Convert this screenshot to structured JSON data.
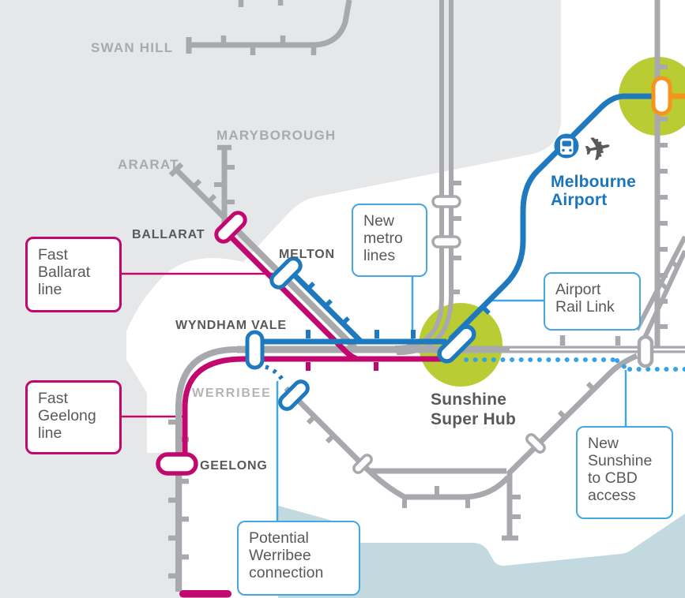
{
  "labels": {
    "swan_hill": "SWAN HILL",
    "maryborough": "MARYBOROUGH",
    "ararat": "ARARAT",
    "ballarat": "BALLARAT",
    "melton": "MELTON",
    "wyndham_vale": "WYNDHAM VALE",
    "werribee": "WERRIBEE",
    "geelong": "GEELONG",
    "sunshine_hub": [
      "Sunshine",
      "Super Hub"
    ],
    "melbourne_airport": [
      "Melbourne",
      "Airport"
    ]
  },
  "callouts": {
    "fast_ballarat": [
      "Fast",
      "Ballarat",
      "line"
    ],
    "fast_geelong": [
      "Fast",
      "Geelong",
      "line"
    ],
    "new_metro": [
      "New",
      "metro",
      "lines"
    ],
    "airport_rail_link": [
      "Airport",
      "Rail Link"
    ],
    "new_sunshine_cbd": [
      "New",
      "Sunshine",
      "to CBD",
      "access"
    ],
    "potential_werribee": [
      "Potential",
      "Werribee",
      "connection"
    ]
  },
  "icons": {
    "airplane_glyph": "✈",
    "train": "train-front-icon",
    "airplane": "airplane-icon"
  },
  "colors": {
    "fast_rail_magenta": "#c2086e",
    "metro_blue": "#1e79be",
    "proposed_light_blue": "#35a3e8",
    "callout_blue_border": "#45a7e0",
    "existing_line_grey": "#a7a9ac",
    "hub_highlight_green": "#b9cc33",
    "orange_line": "#f7941e",
    "bay_blue": "#c3d9e0",
    "background_grey": "#e6e7e8",
    "label_dark": "#58595b",
    "label_grey": "#a8aaad",
    "airport_label_blue": "#1b75bc"
  }
}
